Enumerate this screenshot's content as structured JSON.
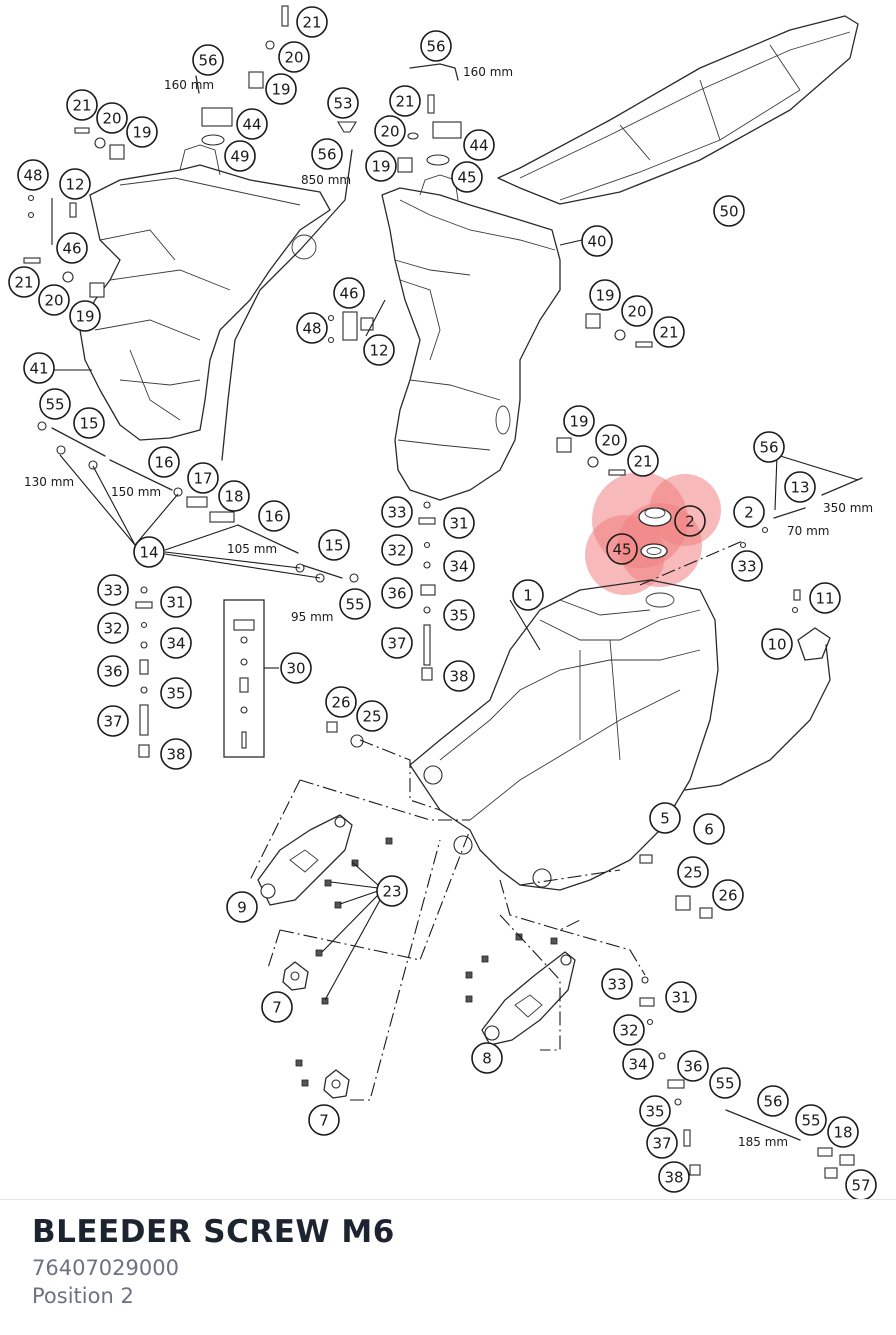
{
  "part": {
    "title": "BLEEDER SCREW M6",
    "number": "76407029000",
    "position": "Position 2"
  },
  "highlight": {
    "color": "#f08080",
    "positions": [
      "2",
      "45"
    ]
  },
  "dimensions": [
    {
      "id": "d160a",
      "text": "160 mm"
    },
    {
      "id": "d160b",
      "text": "160 mm"
    },
    {
      "id": "d850",
      "text": "850 mm"
    },
    {
      "id": "d130",
      "text": "130 mm"
    },
    {
      "id": "d150",
      "text": "150 mm"
    },
    {
      "id": "d105",
      "text": "105 mm"
    },
    {
      "id": "d95",
      "text": "95 mm"
    },
    {
      "id": "d350",
      "text": "350 mm"
    },
    {
      "id": "d70",
      "text": "70 mm"
    },
    {
      "id": "d185",
      "text": "185 mm"
    }
  ],
  "callouts": [
    "21",
    "20",
    "56",
    "19",
    "44",
    "49",
    "21",
    "20",
    "19",
    "48",
    "12",
    "46",
    "21",
    "20",
    "19",
    "41",
    "55",
    "15",
    "16",
    "17",
    "18",
    "16",
    "14",
    "15",
    "55",
    "56",
    "53",
    "21",
    "20",
    "44",
    "56",
    "19",
    "45",
    "50",
    "40",
    "46",
    "48",
    "12",
    "19",
    "20",
    "21",
    "19",
    "20",
    "21",
    "33",
    "31",
    "32",
    "34",
    "36",
    "35",
    "37",
    "38",
    "33",
    "31",
    "32",
    "34",
    "36",
    "35",
    "37",
    "38",
    "30",
    "2",
    "45",
    "2",
    "33",
    "56",
    "13",
    "11",
    "10",
    "1",
    "26",
    "25",
    "5",
    "6",
    "25",
    "26",
    "9",
    "23",
    "7",
    "8",
    "7",
    "33",
    "31",
    "32",
    "34",
    "36",
    "55",
    "35",
    "56",
    "55",
    "18",
    "37",
    "38",
    "57"
  ]
}
